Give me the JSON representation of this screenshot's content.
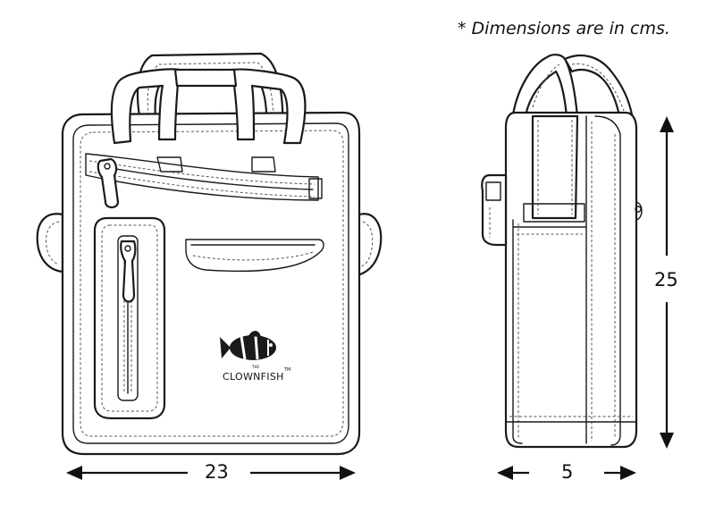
{
  "note": "* Dimensions are in cms.",
  "dimensions": {
    "width": "23",
    "depth": "5",
    "height": "25"
  },
  "brand": {
    "name": "CLOWNFISH",
    "prefix": "THE",
    "trademark": "TM"
  }
}
